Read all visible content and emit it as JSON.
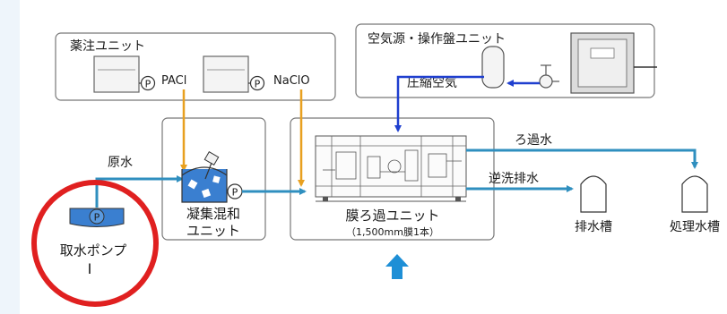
{
  "chemical_unit": {
    "title": "薬注ユニット",
    "chemical_1": "PACl",
    "chemical_2": "NaClO",
    "pump_symbol": "P"
  },
  "air_unit": {
    "title": "空気源・操作盤ユニット",
    "compressed_air": "圧縮空気"
  },
  "raw_water_label": "原水",
  "intake_pump": {
    "symbol": "P",
    "label": "取水ポンプ",
    "marker": "I"
  },
  "coagulation_unit": {
    "line1": "凝集混和",
    "line2": "ユニット",
    "pump_symbol": "P"
  },
  "membrane_unit": {
    "title": "膜ろ過ユニット",
    "spec": "（1,500mm膜1本）"
  },
  "outputs": {
    "filtered_water": "ろ過水",
    "backwash_drain": "逆洗排水",
    "drain_tank": "排水槽",
    "treated_tank": "処理水槽"
  },
  "colors": {
    "water_line": "#2f8fbf",
    "chemical_line": "#e8a020",
    "air_line": "#1f3fcf",
    "highlight_circle": "#e02020",
    "up_arrow": "#1e8fd6",
    "backdrop": "#e6f1fa"
  }
}
